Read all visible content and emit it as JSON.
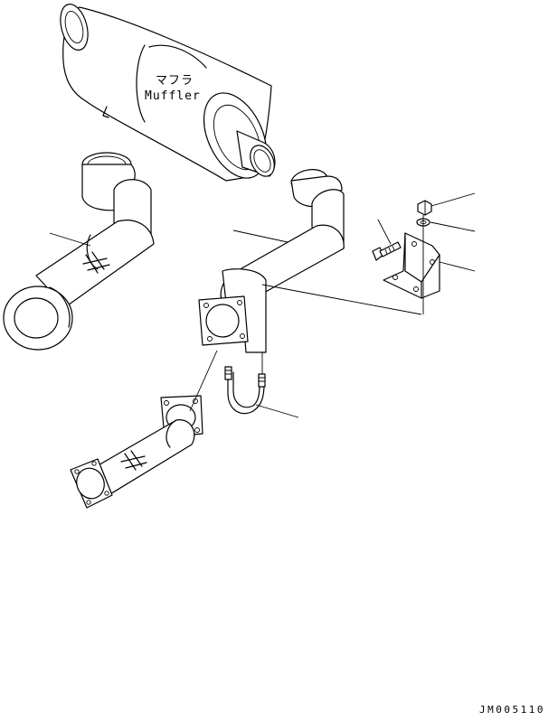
{
  "drawing": {
    "part_label_jp": "マフラ",
    "part_label_en": "Muffler",
    "drawing_code": "JM005110"
  },
  "callouts": [
    {
      "id": "left-tailpipe"
    },
    {
      "id": "center-exhaust-pipe"
    },
    {
      "id": "clamp"
    },
    {
      "id": "bolt"
    },
    {
      "id": "nut"
    },
    {
      "id": "washer"
    },
    {
      "id": "bracket"
    }
  ]
}
